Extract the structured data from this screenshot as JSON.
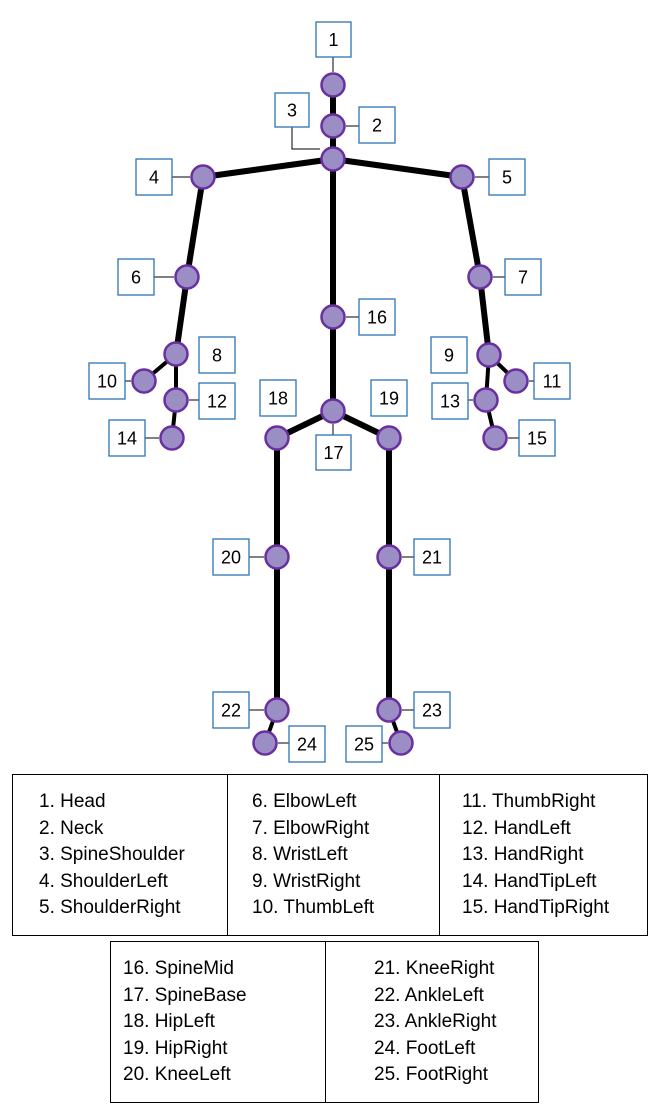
{
  "joints": [
    {
      "id": "1",
      "name": "Head"
    },
    {
      "id": "2",
      "name": "Neck"
    },
    {
      "id": "3",
      "name": "SpineShoulder"
    },
    {
      "id": "4",
      "name": "ShoulderLeft"
    },
    {
      "id": "5",
      "name": "ShoulderRight"
    },
    {
      "id": "6",
      "name": "ElbowLeft"
    },
    {
      "id": "7",
      "name": "ElbowRight"
    },
    {
      "id": "8",
      "name": "WristLeft"
    },
    {
      "id": "9",
      "name": "WristRight"
    },
    {
      "id": "10",
      "name": "ThumbLeft"
    },
    {
      "id": "11",
      "name": "ThumbRight"
    },
    {
      "id": "12",
      "name": "HandLeft"
    },
    {
      "id": "13",
      "name": "HandRight"
    },
    {
      "id": "14",
      "name": "HandTipLeft"
    },
    {
      "id": "15",
      "name": "HandTipRight"
    },
    {
      "id": "16",
      "name": "SpineMid"
    },
    {
      "id": "17",
      "name": "SpineBase"
    },
    {
      "id": "18",
      "name": "HipLeft"
    },
    {
      "id": "19",
      "name": "HipRight"
    },
    {
      "id": "20",
      "name": "KneeLeft"
    },
    {
      "id": "21",
      "name": "KneeRight"
    },
    {
      "id": "22",
      "name": "AnkleLeft"
    },
    {
      "id": "23",
      "name": "AnkleRight"
    },
    {
      "id": "24",
      "name": "FootLeft"
    },
    {
      "id": "25",
      "name": "FootRight"
    }
  ],
  "legend": {
    "top": [
      [
        "1. Head",
        "2. Neck",
        "3. SpineShoulder",
        "4. ShoulderLeft",
        "5. ShoulderRight"
      ],
      [
        "6. ElbowLeft",
        "7. ElbowRight",
        "8. WristLeft",
        "9. WristRight",
        "10. ThumbLeft"
      ],
      [
        "11. ThumbRight",
        "12. HandLeft",
        "13. HandRight",
        "14. HandTipLeft",
        "15. HandTipRight"
      ]
    ],
    "bottom": [
      [
        "16. SpineMid",
        "17. SpineBase",
        "18. HipLeft",
        "19. HipRight",
        "20. KneeLeft"
      ],
      [
        "21. KneeRight",
        "22. AnkleLeft",
        "23. AnkleRight",
        "24. FootLeft",
        "25. FootRight"
      ]
    ]
  },
  "colors": {
    "joint_fill": "#9b8ec4",
    "joint_stroke": "#6a2fa0",
    "label_border": "#2e74b5",
    "bone": "#000000"
  }
}
